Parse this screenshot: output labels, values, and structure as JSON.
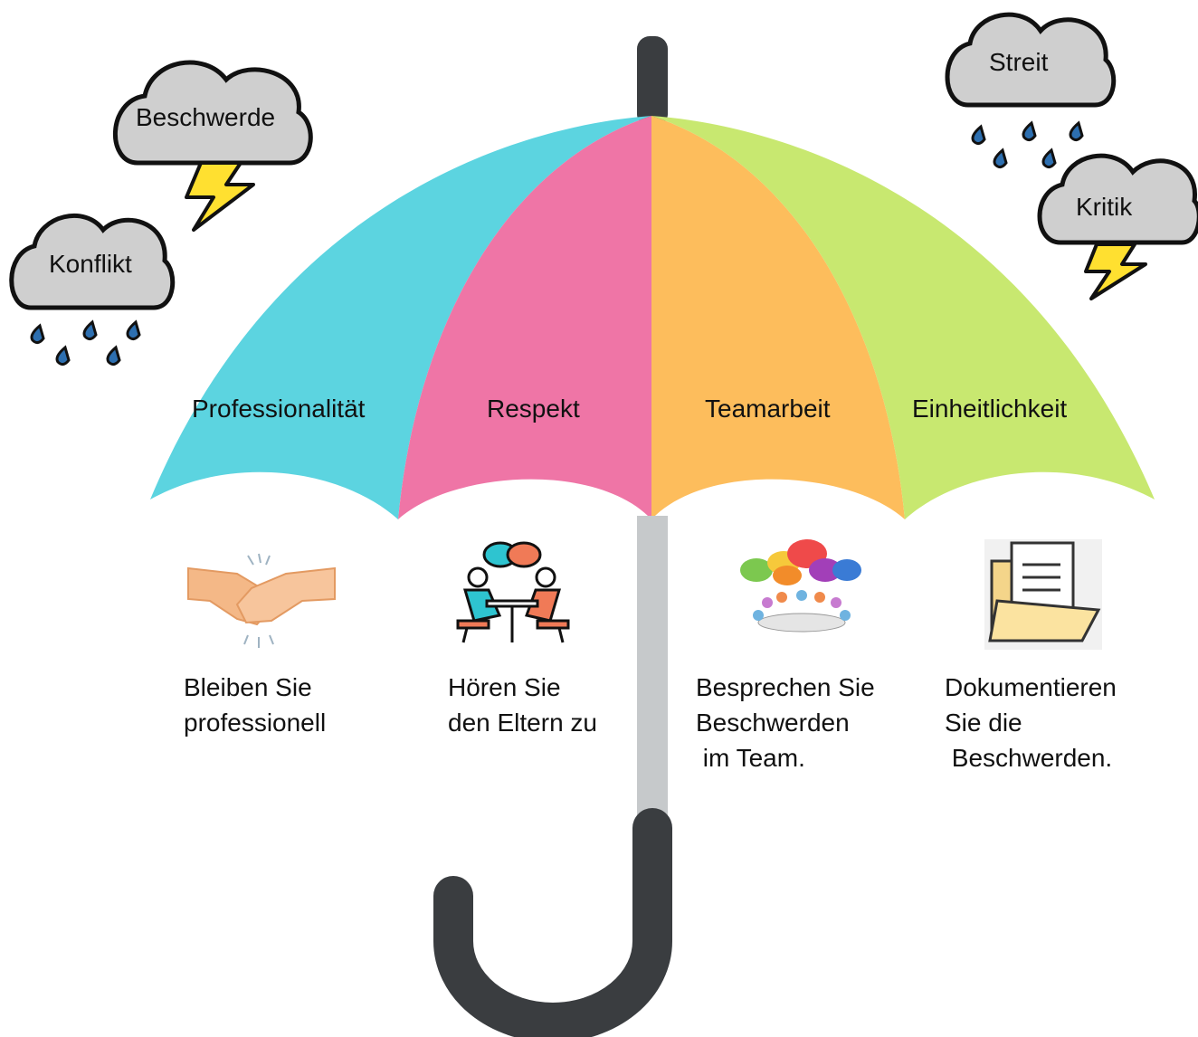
{
  "colors": {
    "panel_1": "#5cd4e0",
    "panel_2": "#ef75a6",
    "panel_3": "#fdbd5c",
    "panel_4": "#c8e870",
    "shaft": "#c6c9cb",
    "handle": "#3a3d40",
    "cloud": "#cfcfcf",
    "lightning": "#ffe030",
    "rain": "#2d6fb0"
  },
  "panels": [
    {
      "label": "Professionalität",
      "color": "#5cd4e0"
    },
    {
      "label": "Respekt",
      "color": "#ef75a6"
    },
    {
      "label": "Teamarbeit",
      "color": "#fdbd5c"
    },
    {
      "label": "Einheitlichkeit",
      "color": "#c8e870"
    }
  ],
  "clouds": [
    {
      "label": "Beschwerde",
      "weather": "lightning"
    },
    {
      "label": "Konflikt",
      "weather": "rain"
    },
    {
      "label": "Streit",
      "weather": "rain"
    },
    {
      "label": "Kritik",
      "weather": "lightning"
    }
  ],
  "tips": [
    {
      "text": "Bleiben Sie\nprofessionell",
      "icon": "handshake-icon"
    },
    {
      "text": "Hören Sie\nden Eltern zu",
      "icon": "conversation-icon"
    },
    {
      "text": "Besprechen Sie\nBeschwerden\n im Team.",
      "icon": "team-meeting-icon"
    },
    {
      "text": "Dokumentieren\nSie die\n Beschwerden.",
      "icon": "folder-document-icon"
    }
  ]
}
